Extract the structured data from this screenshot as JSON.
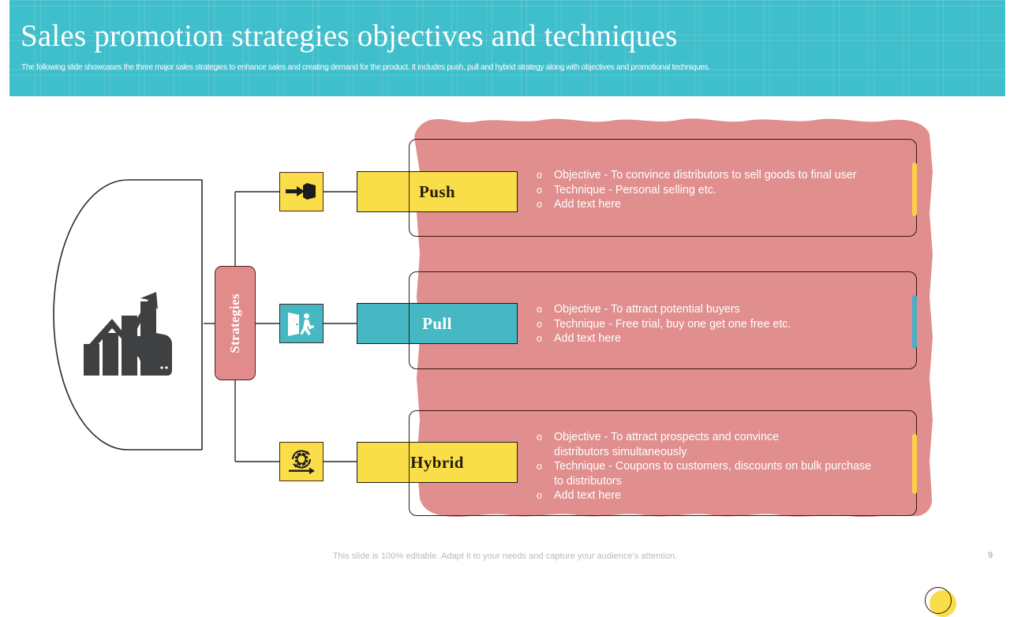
{
  "header": {
    "title": "Sales promotion strategies objectives and techniques",
    "subtitle": "The following slide showcases the three major sales strategies to enhance sales and creating demand for the product. It includes push, pull and hybrid strategy along with objectives and promotional techniques.",
    "background_color": "#3fbecb",
    "text_color": "#ffffff"
  },
  "diagram": {
    "hub_label": "Strategies",
    "hub_color": "#e28b8b",
    "growth_icon_name": "growth-bar-chart-hand-icon",
    "branches": [
      {
        "id": "push",
        "icon_name": "push-box-arrow-icon",
        "icon_bg": "#fade49",
        "label": "Push",
        "label_bg": "#fade49",
        "label_text_color": "#241c06",
        "accent_color": "#ffcf4a",
        "bullets": [
          "Objective - To convince distributors to sell goods to final user",
          "Technique - Personal selling etc.",
          "Add text here"
        ]
      },
      {
        "id": "pull",
        "icon_name": "pull-person-exit-door-icon",
        "icon_bg": "#45b8c4",
        "label": "Pull",
        "label_bg": "#45b8c4",
        "label_text_color": "#ffffff",
        "accent_color": "#4aaec4",
        "bullets": [
          "Objective - To attract potential buyers",
          "Technique - Free trial, buy one get one free etc.",
          "Add text here"
        ]
      },
      {
        "id": "hybrid",
        "icon_name": "hybrid-gear-cycle-arrows-icon",
        "icon_bg": "#fade49",
        "label": "Hybrid",
        "label_bg": "#fade49",
        "label_text_color": "#241c06",
        "accent_color": "#ffcf4a",
        "bullets": [
          "Objective - To attract prospects and convince\ndistributors simultaneously",
          "Technique - Coupons to customers, discounts on bulk purchase\nto distributors",
          "Add text here"
        ]
      }
    ],
    "bullet_marker": "o",
    "panel_color": "#e08e8e"
  },
  "footer": {
    "note": "This slide is 100% editable. Adapt it to your needs and capture your audience's attention.",
    "page_number": "9"
  }
}
